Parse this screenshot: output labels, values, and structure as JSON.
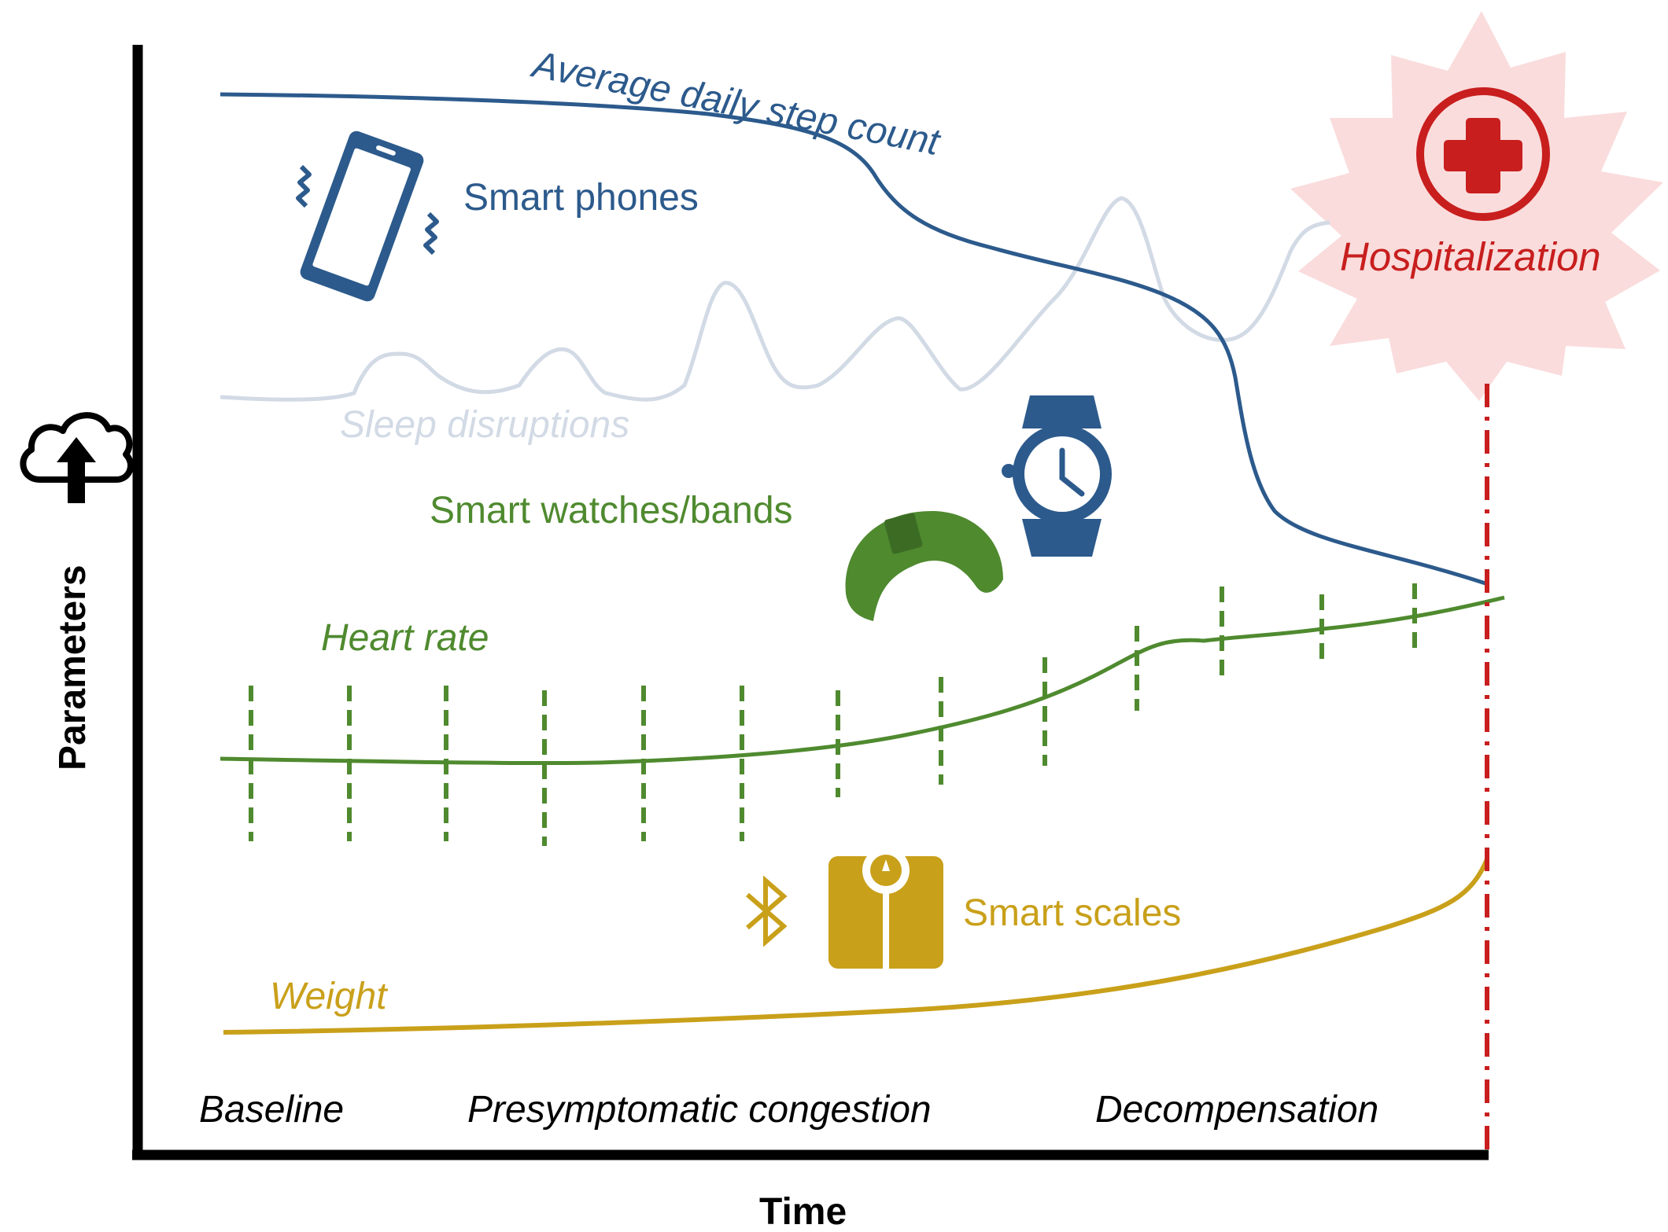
{
  "axes": {
    "x_label": "Time",
    "y_label": "Parameters"
  },
  "phases": [
    "Baseline",
    "Presymptomatic congestion",
    "Decompensation"
  ],
  "devices": {
    "phone": "Smart phones",
    "watch": "Smart watches/bands",
    "scale": "Smart scales"
  },
  "signals": {
    "steps": "Average daily step count",
    "sleep": "Sleep disruptions",
    "heart": "Heart rate",
    "weight": "Weight"
  },
  "event": "Hospitalization",
  "icons": [
    "cloud-upload-icon",
    "smartphone-icon",
    "smartwatch-icon",
    "fitness-band-icon",
    "bluetooth-icon",
    "smart-scale-icon",
    "medical-cross-icon"
  ],
  "colors": {
    "steps": "#2c5a8c",
    "sleep": "#d2dae5",
    "heart": "#4f8a2f",
    "weight": "#c9a01a",
    "hospital": "#c81e1e",
    "burst": "#fadcdc"
  }
}
